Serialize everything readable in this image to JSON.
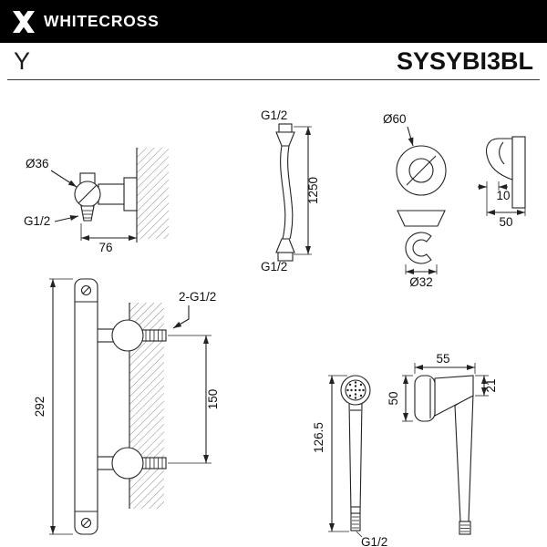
{
  "header": {
    "brand": "WHITECROSS"
  },
  "subheader": {
    "series": "Y",
    "model": "SYSYBI3BL"
  },
  "drawings": {
    "wall_elbow": {
      "diameter": "Ø36",
      "thread": "G1/2",
      "width": "76"
    },
    "hose": {
      "thread_top": "G1/2",
      "length": "1250",
      "thread_bottom": "G1/2"
    },
    "escutcheon": {
      "diameter": "Ø60",
      "base_diameter": "Ø32"
    },
    "holder": {
      "depth": "10",
      "height": "50"
    },
    "bar": {
      "height": "292",
      "threads": "2-G1/2",
      "spacing": "150"
    },
    "hand_shower": {
      "height": "126.5",
      "width": "55",
      "head": "50",
      "depth": "21",
      "thread": "G1/2"
    }
  },
  "colors": {
    "header_bg": "#000000",
    "header_text": "#ffffff",
    "line": "#222222",
    "text": "#111111"
  }
}
